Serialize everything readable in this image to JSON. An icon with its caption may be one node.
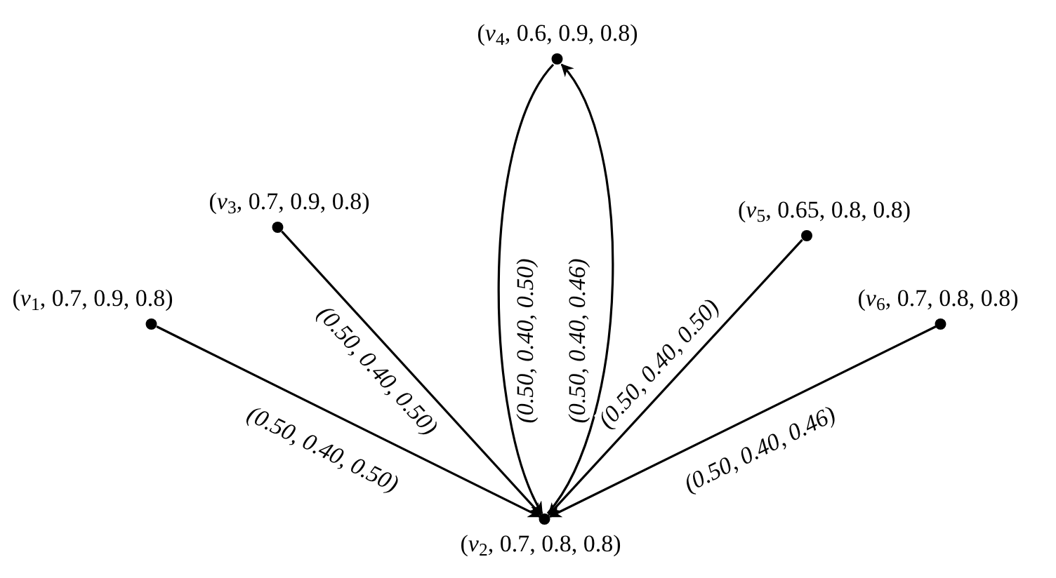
{
  "diagram": {
    "nodes": [
      {
        "text": [
          "(*v*$_{1}$, 0.7, 0.9, 0.8)"
        ]
      },
      {
        "text": [
          "(*v*$_{3}$, 0.7, 0.9, 0.8)"
        ]
      },
      {
        "text": [
          "(*v*$_{4}$, 0.6, 0.9, 0.8)"
        ]
      },
      {
        "text": [
          "(*v*$_{5}$, 0.65, 0.8, 0.8)"
        ]
      },
      {
        "text": [
          "(*v*$_{6}$, 0.7, 0.8, 0.8)"
        ]
      },
      {
        "text": [
          "(*v*$_{2}$, 0.7, 0.8, 0.8)"
        ]
      }
    ],
    "edges": [
      {
        "from": 0,
        "to": 5,
        "arrow": "to",
        "label": "(0.50, 0.40, 0.50)"
      },
      {
        "from": 1,
        "to": 5,
        "arrow": "to",
        "label": "(0.50, 0.40, 0.50)"
      },
      {
        "from": 2,
        "to": 5,
        "arrow": "to",
        "label": "(0.50, 0.40, 0.50)"
      },
      {
        "from": 5,
        "to": 2,
        "arrow": "to",
        "label": "(0.50, 0.40, 0.46)"
      },
      {
        "from": 3,
        "to": 5,
        "arrow": "to",
        "label": "(0.50, 0.40, 0.50)"
      },
      {
        "from": 4,
        "to": 5,
        "arrow": "to",
        "label": "(0.50, 0.40, 0.46)"
      }
    ]
  }
}
